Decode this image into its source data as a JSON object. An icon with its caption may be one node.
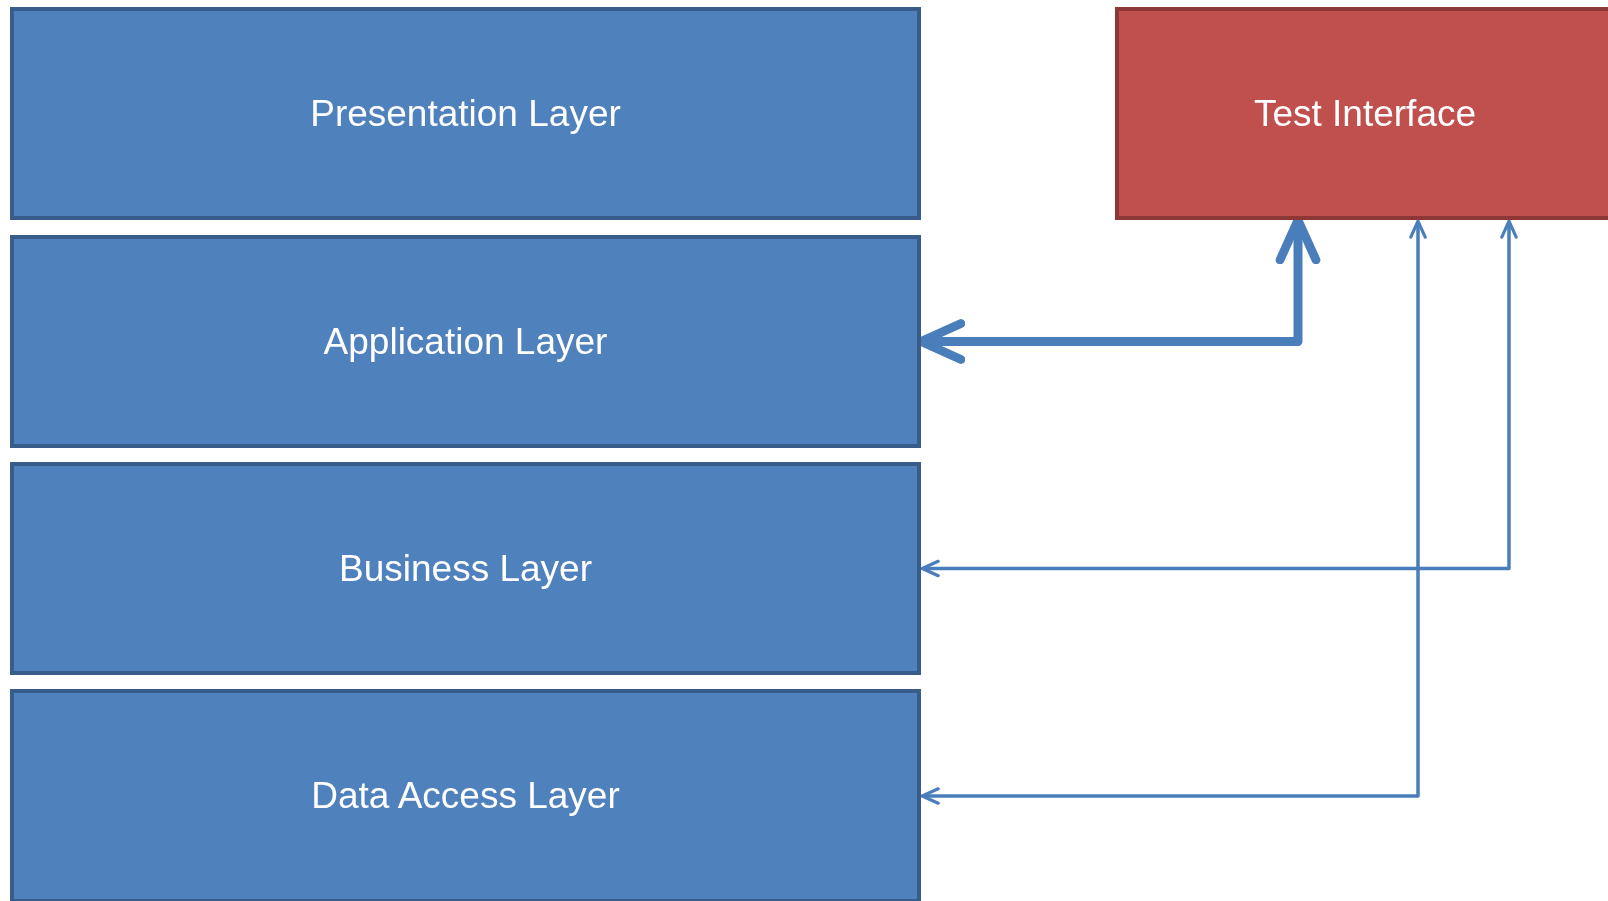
{
  "diagram": {
    "nodes": [
      {
        "text": [
          "Presentation Layer"
        ]
      },
      {
        "text": [
          "Application Layer"
        ]
      },
      {
        "text": [
          "Business Layer"
        ]
      },
      {
        "text": [
          "Data Access Layer"
        ]
      },
      {
        "text": [
          "Test Interface"
        ]
      }
    ],
    "edges": [
      {
        "from": 4,
        "to": 1,
        "arrow": "both",
        "style": "thick"
      },
      {
        "from": 4,
        "to": 2,
        "arrow": "both"
      },
      {
        "from": 4,
        "to": 3,
        "arrow": "both"
      }
    ]
  }
}
